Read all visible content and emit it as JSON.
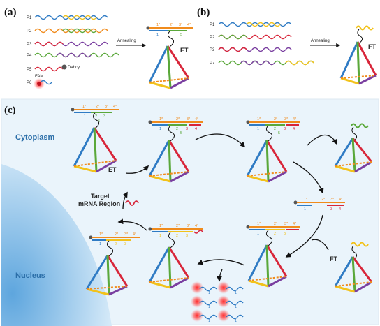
{
  "panels": {
    "a": "(a)",
    "b": "(b)",
    "c": "(c)"
  },
  "panel_a": {
    "strands": [
      "P1",
      "P2",
      "P3",
      "P4",
      "P5",
      "P6"
    ],
    "quencher": "Dabcyl",
    "fluorophore": "FAM",
    "annealing": "Annealing",
    "product": "ET"
  },
  "panel_b": {
    "strands": [
      "P1",
      "P2",
      "P3",
      "P7"
    ],
    "annealing": "Annealing",
    "product": "FT"
  },
  "panel_c": {
    "cytoplasm": "Cytoplasm",
    "nucleus": "Nucleus",
    "et": "ET",
    "ft": "FT",
    "target_line1": "Target",
    "target_line2": "mRNA Region"
  },
  "segments": {
    "top": [
      "1*",
      "2*",
      "3*",
      "4*"
    ],
    "a": [
      "1",
      "5"
    ],
    "c1": [
      "1",
      "2",
      "3"
    ],
    "c1b": [
      "5"
    ],
    "c2": [
      "1",
      "2",
      "3",
      "4"
    ],
    "c2b": [
      "5"
    ],
    "c4": [
      "1",
      "3",
      "4"
    ],
    "c5": [
      "1",
      "2",
      "3"
    ],
    "c6": [
      "1",
      "2",
      "3"
    ],
    "fluor": [
      "1",
      "1",
      "1",
      "1",
      "1",
      "1"
    ]
  },
  "colors": {
    "blue": "#2f7bc4",
    "green": "#5aa83a",
    "red": "#d8263a",
    "orange": "#f08b1c",
    "purple": "#7a3fa0",
    "yellow": "#f2c21a",
    "cytoplasm_bg": "#eaf4fb",
    "nucleus": "#8fc3ea"
  }
}
